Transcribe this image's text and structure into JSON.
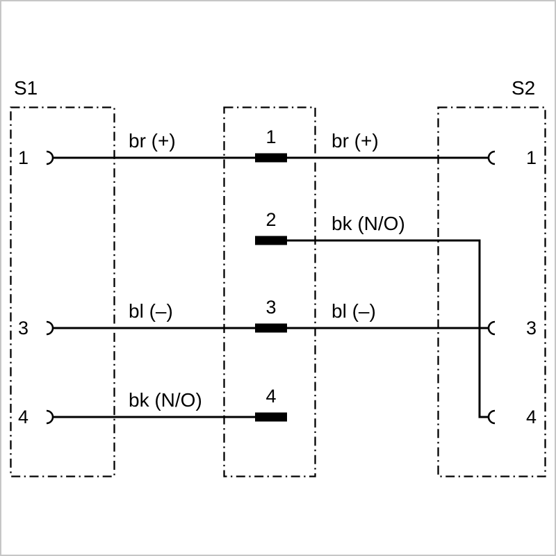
{
  "connectors": {
    "s1": {
      "label": "S1",
      "pins": [
        {
          "number": "1"
        },
        {
          "number": "3"
        },
        {
          "number": "4"
        }
      ]
    },
    "s2": {
      "label": "S2",
      "pins": [
        {
          "number": "1"
        },
        {
          "number": "3"
        },
        {
          "number": "4"
        }
      ]
    }
  },
  "terminal_block": {
    "terminals": [
      {
        "number": "1"
      },
      {
        "number": "2"
      },
      {
        "number": "3"
      },
      {
        "number": "4"
      }
    ]
  },
  "wires": [
    {
      "id": "wire-1",
      "from": "S1 pin 1",
      "via": "terminal 1",
      "to": "S2 pin 1",
      "label_left": "br (+)",
      "label_right": "br (+)"
    },
    {
      "id": "wire-2",
      "from": "terminal 2",
      "to": "S2 pin 4",
      "label_right": "bk (N/O)"
    },
    {
      "id": "wire-3",
      "from": "S1 pin 3",
      "via": "terminal 3",
      "to": "S2 pin 3",
      "label_left": "bl (–)",
      "label_right": "bl (–)"
    },
    {
      "id": "wire-4",
      "from": "S1 pin 4",
      "to": "terminal 4",
      "label_left": "bk (N/O)"
    }
  ],
  "colors": {
    "line": "#000000",
    "background": "#ffffff",
    "frame": "#c6c6c6"
  }
}
